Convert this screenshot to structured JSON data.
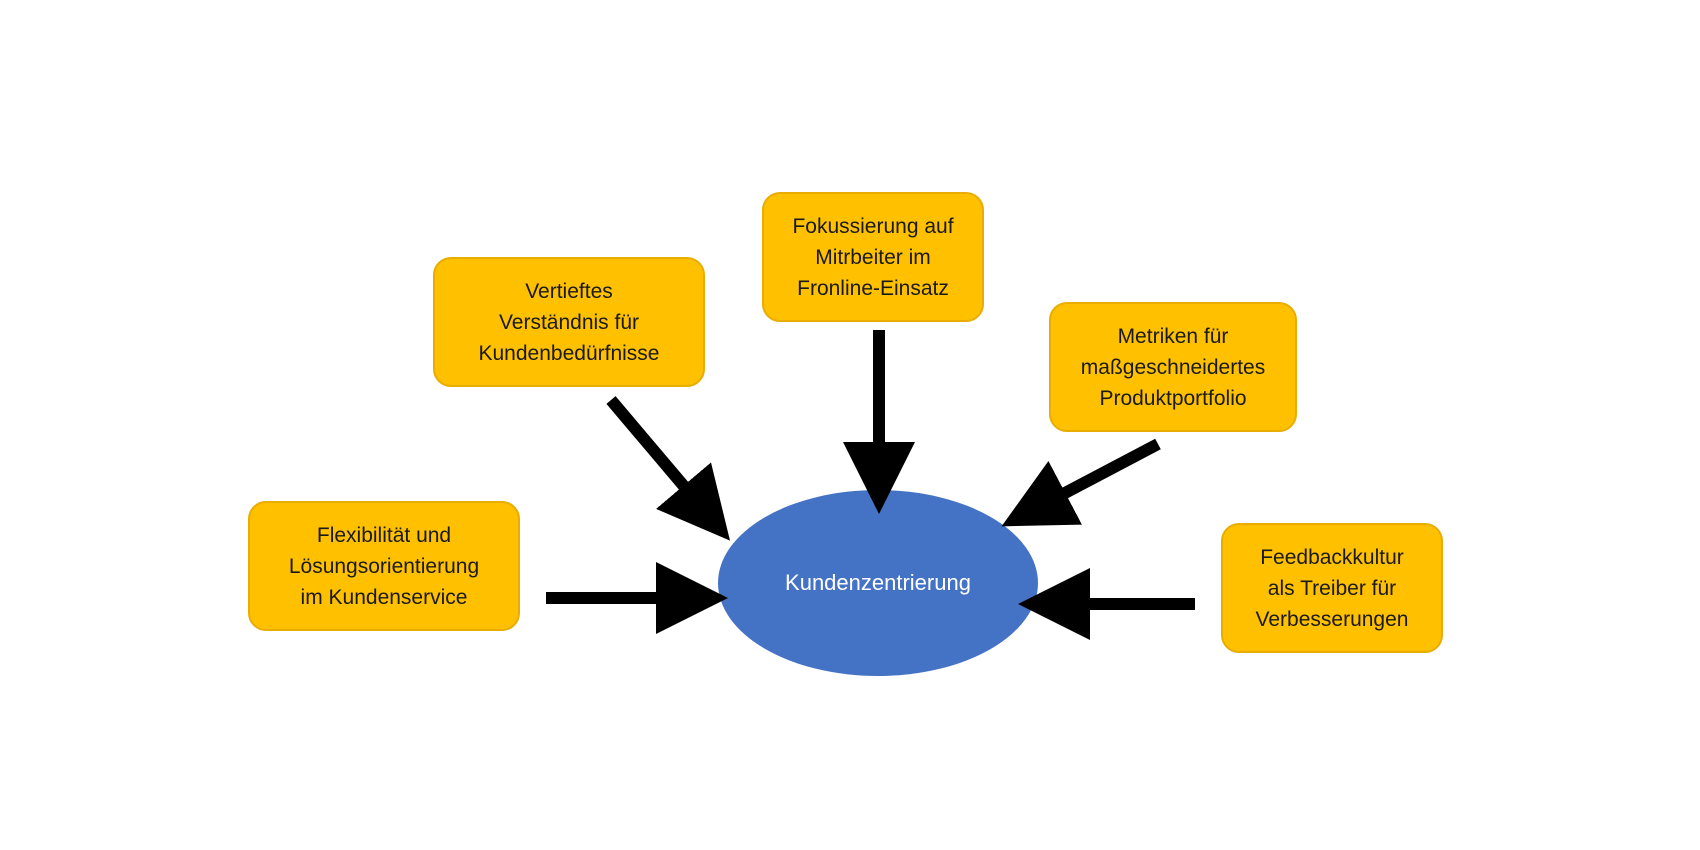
{
  "colors": {
    "box_fill": "#ffc000",
    "box_border": "#e8ad00",
    "center_fill": "#4472c4",
    "center_text": "#ffffff",
    "arrow": "#000000"
  },
  "center": {
    "label": "Kundenzentrierung"
  },
  "nodes": {
    "top": "Fokussierung auf\nMitrbeiter im\nFronline-Einsatz",
    "upper_left": "Vertieftes\nVerständnis für\nKundenbedürfnisse",
    "upper_right": "Metriken für\nmaßgeschneidertes\nProduktportfolio",
    "left": "Flexibilität und\nLösungsorientierung\nim Kundenservice",
    "right": "Feedbackkultur\nals Treiber für\nVerbesserungen"
  }
}
